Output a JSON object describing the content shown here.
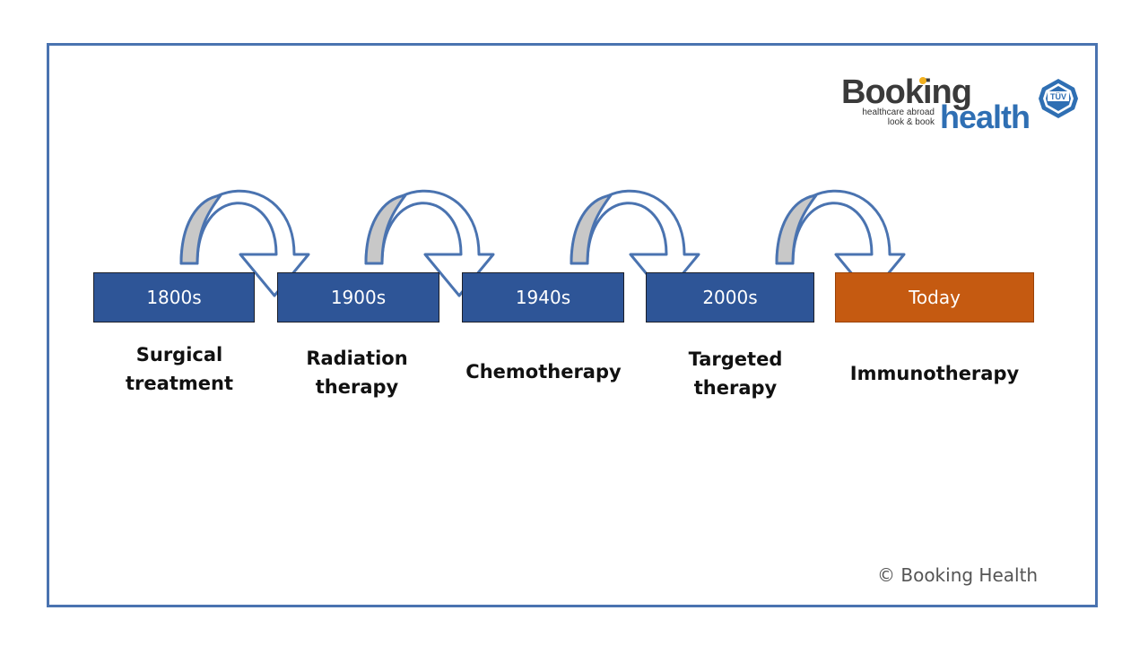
{
  "timeline": [
    {
      "era": "1800s",
      "therapy_line1": "Surgical",
      "therapy_line2": "treatment"
    },
    {
      "era": "1900s",
      "therapy_line1": "Radiation",
      "therapy_line2": "therapy"
    },
    {
      "era": "1940s",
      "therapy_line1": "Chemotherapy",
      "therapy_line2": ""
    },
    {
      "era": "2000s",
      "therapy_line1": "Targeted",
      "therapy_line2": "therapy"
    },
    {
      "era": "Today",
      "therapy_line1": "Immunotherapy",
      "therapy_line2": ""
    }
  ],
  "logo": {
    "word1": "Booking",
    "word2": "health",
    "tagline1": "healthcare abroad",
    "tagline2": "look & book",
    "badge": "TÜV"
  },
  "copyright": "© Booking Health",
  "colors": {
    "frame": "#4a73b0",
    "era_box": "#2e5597",
    "today_box": "#c55a11",
    "arrow_outline": "#4a73b0",
    "arrow_fill_shade": "#c8c8c8"
  }
}
